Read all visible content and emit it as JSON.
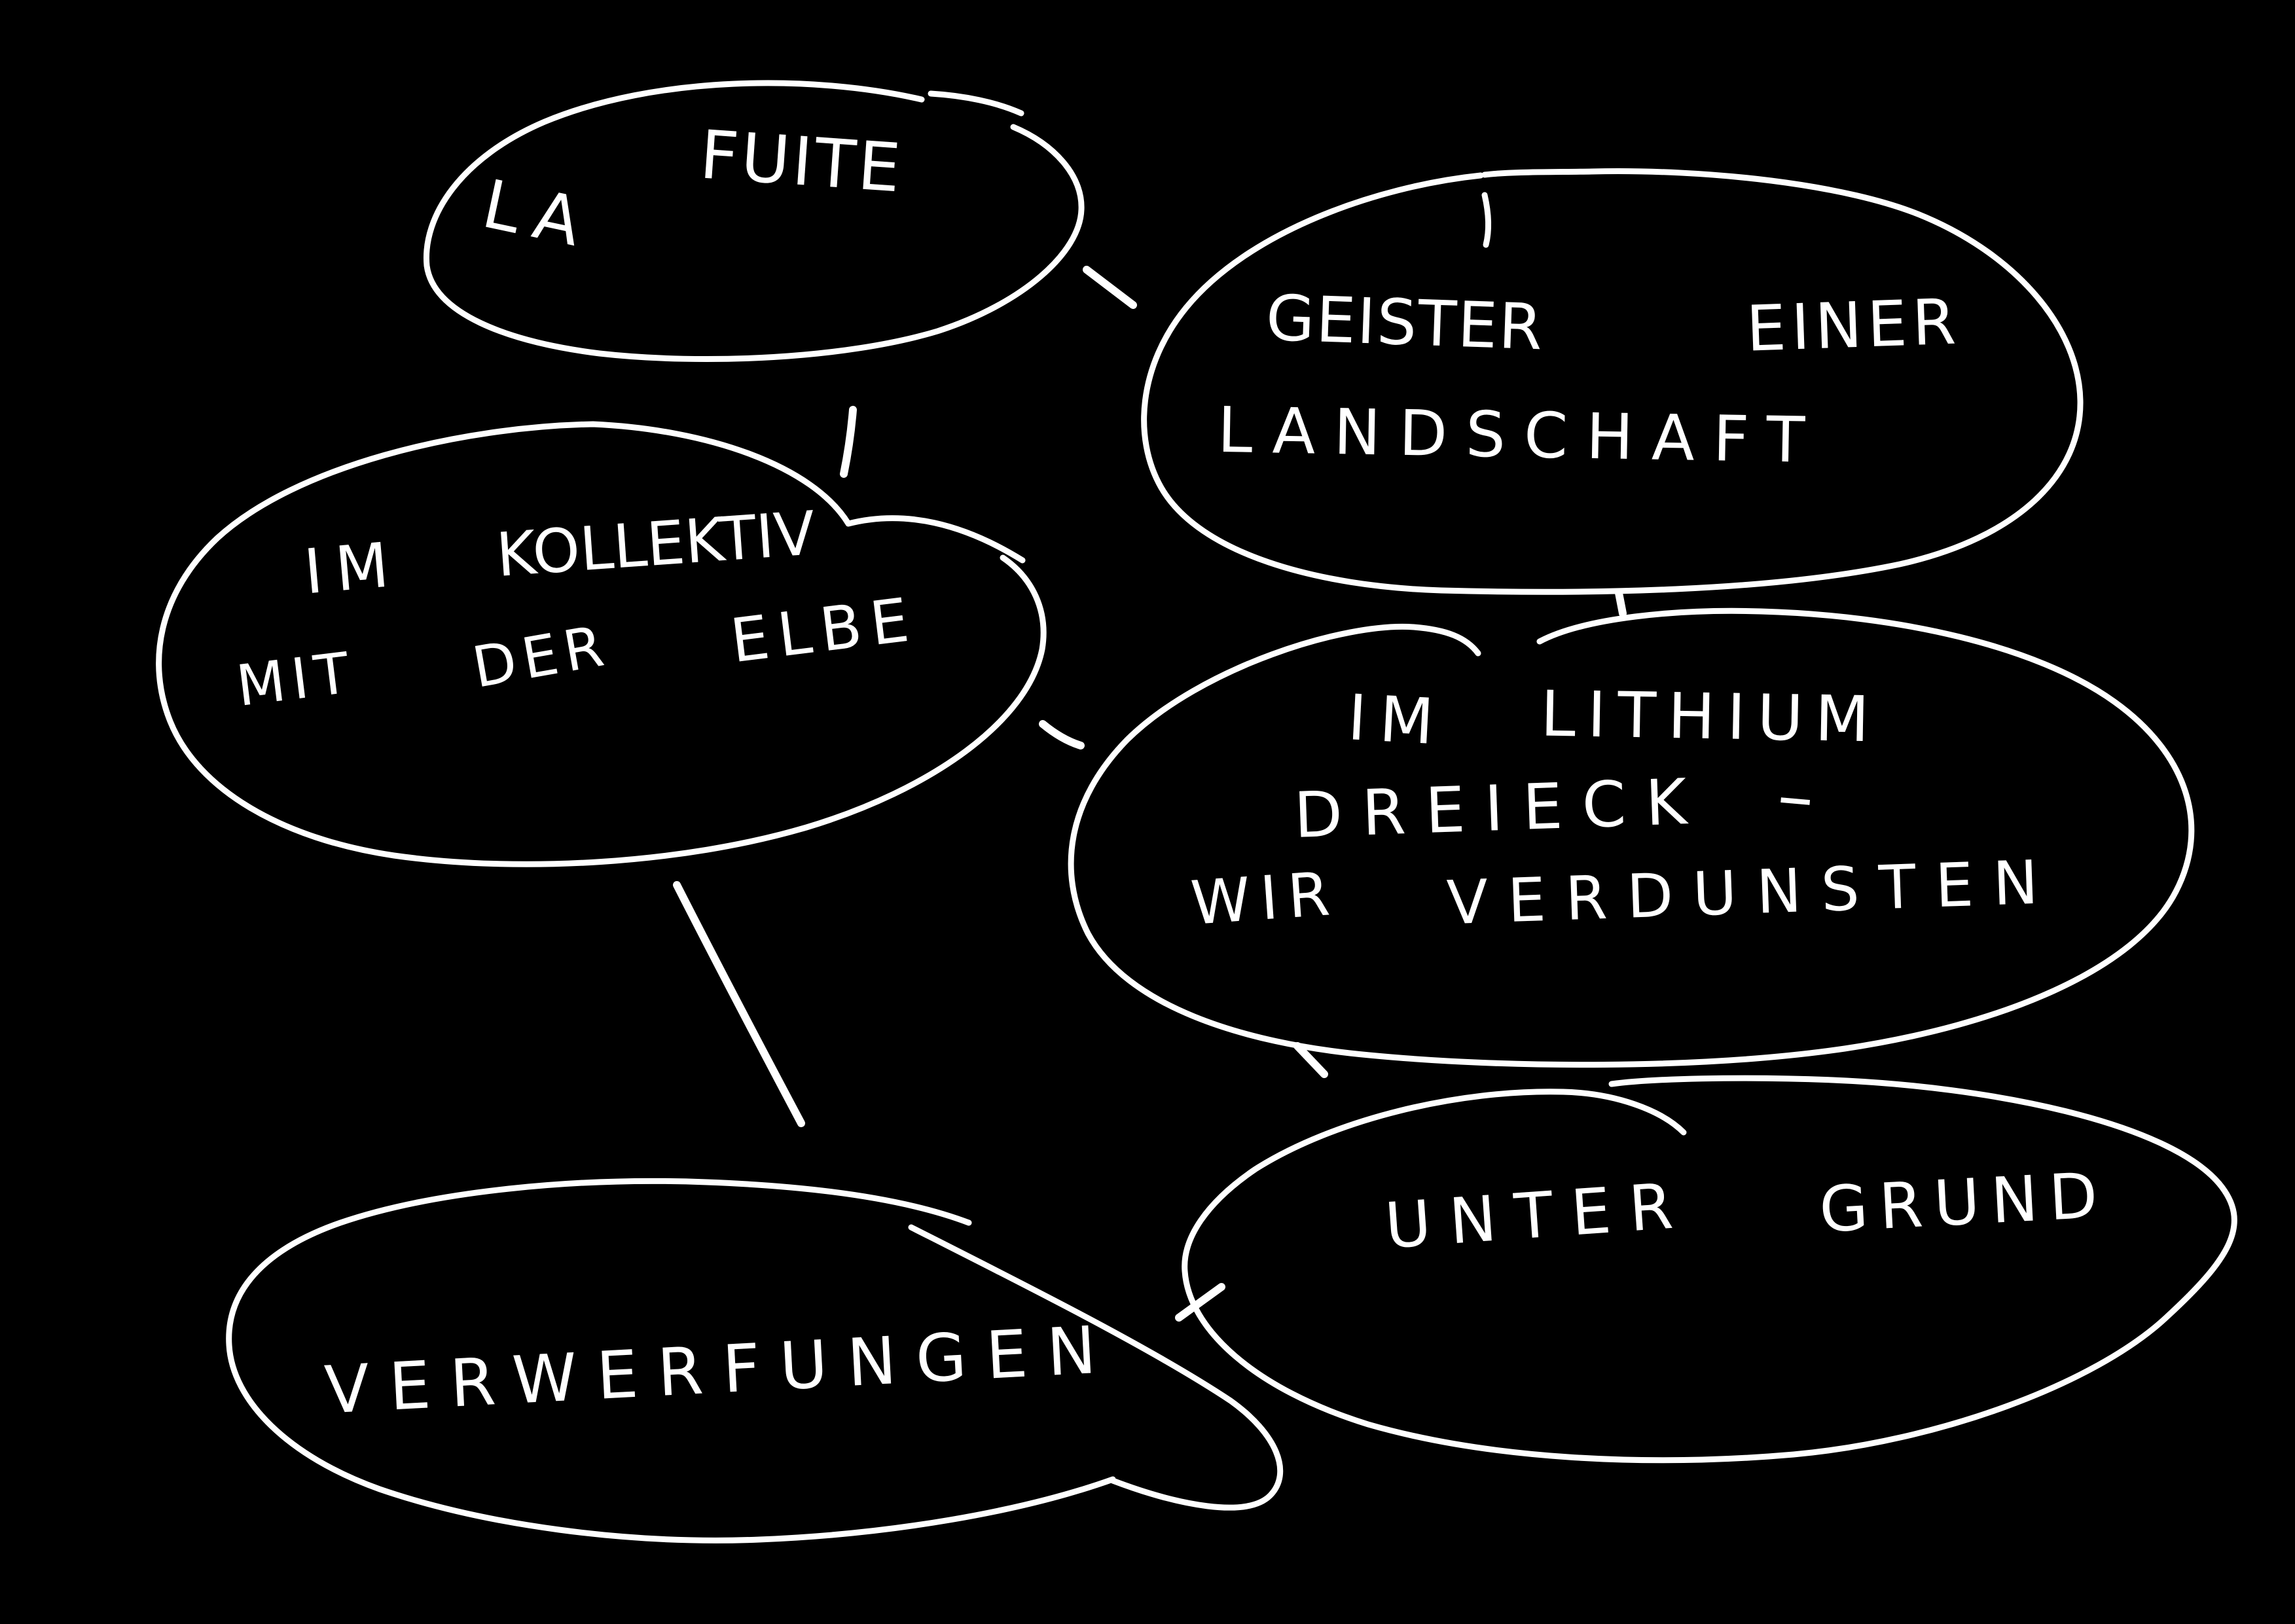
{
  "colors": {
    "background": "#000000",
    "ink": "#ffffff"
  },
  "nodes": [
    {
      "id": "la-fuite",
      "label": "LA FUITE",
      "words": [
        "LA",
        "FUITE"
      ]
    },
    {
      "id": "geister-einer-landschaft",
      "label": "GEISTER EINER LANDSCHAFT",
      "words": [
        "GEISTER",
        "EINER",
        "LANDSCHAFT"
      ]
    },
    {
      "id": "im-kollektiv-mit-der-elbe",
      "label": "IM KOLLEKTIV MIT DER ELBE",
      "words": [
        "IM",
        "KOLLEKTIV",
        "MIT",
        "DER",
        "ELBE"
      ]
    },
    {
      "id": "im-lithium-dreieck-wir-verdunsten",
      "label": "IM LITHIUM DREIECK – WIR VERDUNSTEN",
      "words": [
        "IM",
        "LITHIUM",
        "DREIECK",
        "–",
        "WIR",
        "VERDUNSTEN"
      ]
    },
    {
      "id": "unter-grund",
      "label": "UNTER GRUND",
      "words": [
        "UNTER",
        "GRUND"
      ]
    },
    {
      "id": "verwerfungen",
      "label": "VERWERFUNGEN",
      "words": [
        "VERWERFUNGEN"
      ]
    }
  ],
  "connections": [
    {
      "from": "la-fuite",
      "to": "geister-einer-landschaft"
    },
    {
      "from": "la-fuite",
      "to": "im-kollektiv-mit-der-elbe"
    },
    {
      "from": "geister-einer-landschaft",
      "to": "im-lithium-dreieck-wir-verdunsten"
    },
    {
      "from": "im-kollektiv-mit-der-elbe",
      "to": "im-lithium-dreieck-wir-verdunsten"
    },
    {
      "from": "im-kollektiv-mit-der-elbe",
      "to": "verwerfungen"
    },
    {
      "from": "im-lithium-dreieck-wir-verdunsten",
      "to": "unter-grund"
    },
    {
      "from": "verwerfungen",
      "to": "unter-grund"
    }
  ]
}
